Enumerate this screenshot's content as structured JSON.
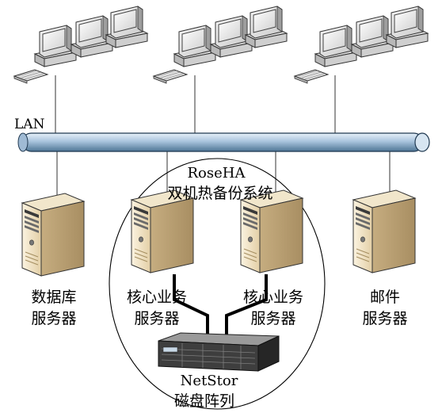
{
  "network": {
    "lan_label": "LAN"
  },
  "cluster": {
    "title": "RoseHA",
    "subtitle": "双机热备份系统"
  },
  "servers": [
    {
      "id": "database",
      "line1": "数据库",
      "line2": "服务器"
    },
    {
      "id": "core-1",
      "line1": "核心业务",
      "line2": "服务器"
    },
    {
      "id": "core-2",
      "line1": "核心业务",
      "line2": "服务器"
    },
    {
      "id": "mail",
      "line1": "邮件",
      "line2": "服务器"
    }
  ],
  "storage": {
    "line1": "NetStor",
    "line2": "磁盘阵列"
  },
  "workstation_groups": [
    {
      "id": "left",
      "count": 3
    },
    {
      "id": "center",
      "count": 3
    },
    {
      "id": "right",
      "count": 3
    }
  ],
  "colors": {
    "lan_bus": "#a9c4dd",
    "server_body": "#e8d8b4",
    "monitor_body": "#e2e2e2"
  }
}
